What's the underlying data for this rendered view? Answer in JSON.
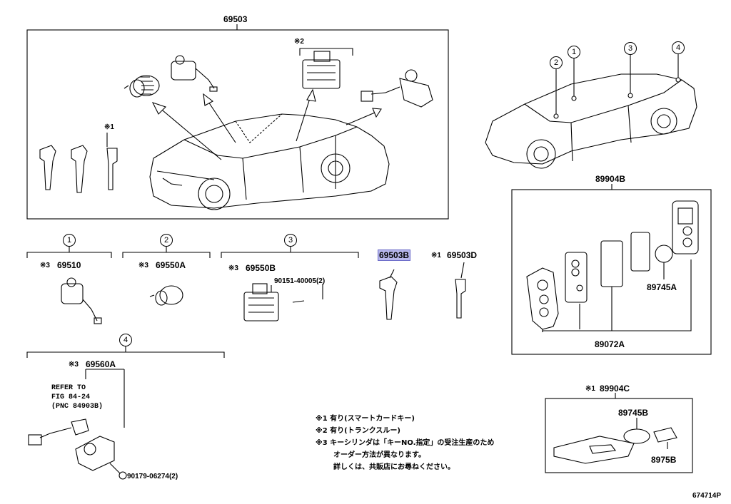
{
  "labels": {
    "kit_main": "69503",
    "kit_smart": "89904B",
    "kit_card": "89904C",
    "p69510": "69510",
    "p69550a": "69550A",
    "p69550b": "69550B",
    "p69503b": "69503B",
    "p69503d": "69503D",
    "p69560a": "69560A",
    "screw1": "90151-40005(2)",
    "screw2": "90179-06274(2)",
    "battery1": "89745A",
    "battery2": "89745B",
    "p89072a": "89072A",
    "p8975b": "8975B",
    "figure_id": "674714P"
  },
  "marks": {
    "m1": "※1",
    "m2": "※2",
    "m3": "※3"
  },
  "circles": {
    "c1": "1",
    "c2": "2",
    "c3": "3",
    "c4": "4"
  },
  "refer": {
    "line1": "REFER TO",
    "line2": "FIG 84-24",
    "line3": "(PNC 84903B)"
  },
  "notes": {
    "n1": "※1 有り(スマートカードキー)",
    "n2": "※2 有り(トランクスルー)",
    "n3": "※3 キーシリンダは「キーNO.指定」の受注生産のため",
    "n3b": "オーダー方法が異なります。",
    "n3c": "詳しくは、共販店にお尋ねください。"
  }
}
